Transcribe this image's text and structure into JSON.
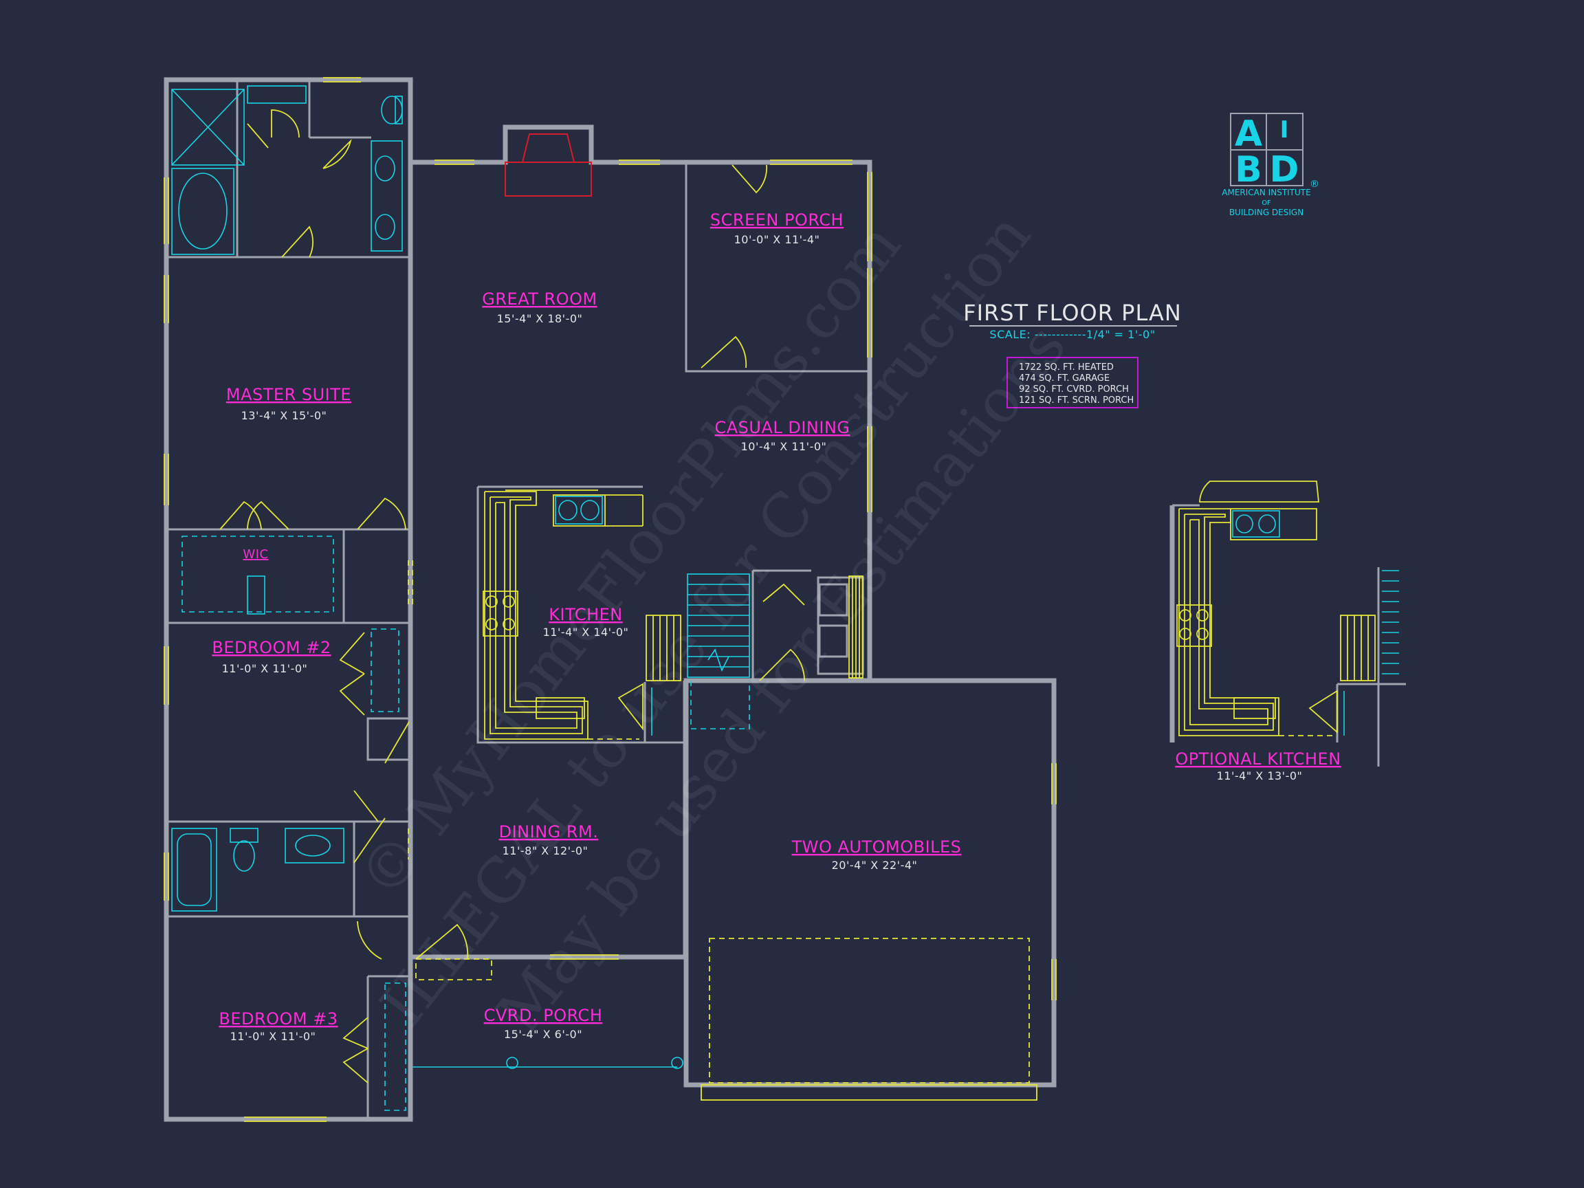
{
  "title": "FIRST FLOOR PLAN",
  "scale_text": "SCALE: ------------1/4\" = 1'-0\"",
  "areas": [
    "1722 SQ. FT. HEATED",
    "474 SQ. FT. GARAGE",
    "92 SQ. FT. CVRD. PORCH",
    "121 SQ. FT. SCRN. PORCH"
  ],
  "logo": {
    "letters": [
      "A",
      "I",
      "B",
      "D"
    ],
    "registered": "®",
    "lines": [
      "AMERICAN INSTITUTE",
      "OF",
      "BUILDING DESIGN"
    ]
  },
  "rooms": {
    "master_suite": {
      "name": "MASTER SUITE",
      "dim": "13'-4\" X 15'-0\""
    },
    "wic": {
      "name": "WIC"
    },
    "bedroom2": {
      "name": "BEDROOM #2",
      "dim": "11'-0\" X 11'-0\""
    },
    "bedroom3": {
      "name": "BEDROOM #3",
      "dim": "11'-0\" X 11'-0\""
    },
    "great_room": {
      "name": "GREAT ROOM",
      "dim": "15'-4\" X 18'-0\""
    },
    "screen_porch": {
      "name": "SCREEN PORCH",
      "dim": "10'-0\" X 11'-4\""
    },
    "casual_dining": {
      "name": "CASUAL DINING",
      "dim": "10'-4\" X 11'-0\""
    },
    "kitchen": {
      "name": "KITCHEN",
      "dim": "11'-4\" X 14'-0\""
    },
    "dining": {
      "name": "DINING RM.",
      "dim": "11'-8\" X 12'-0\""
    },
    "garage": {
      "name": "TWO AUTOMOBILES",
      "dim": "20'-4\" X 22'-4\""
    },
    "porch": {
      "name": "CVRD. PORCH",
      "dim": "15'-4\" X 6'-0\""
    },
    "optional_kitchen": {
      "name": "OPTIONAL KITCHEN",
      "dim": "11'-4\" X 13'-0\""
    }
  },
  "watermark": [
    "© MyHomeFloorPlans.com",
    "ILLEGAL to use for Construction",
    "May be used for Estimations"
  ],
  "colors": {
    "background": "#262b40",
    "room_label": "#ff2bd6",
    "wall": "#9fa3ad",
    "fixture": "#19d3e6",
    "door": "#e6e635"
  }
}
